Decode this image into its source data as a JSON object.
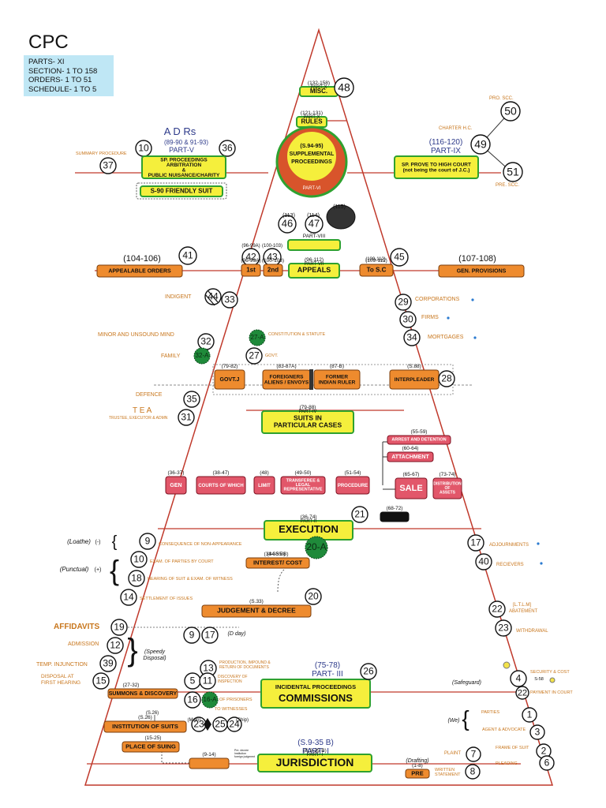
{
  "title": "CPC",
  "info": [
    "PARTS- XI",
    "SECTION- 1 TO 158",
    "ORDERS- 1 TO 51",
    "SCHEDULE- 1 TO 5"
  ],
  "colors": {
    "orange": "#ee8b2e",
    "yellow": "#f5ef3c",
    "green_border": "#2fa12f",
    "pink": "#e2576a",
    "dark_green": "#1f8a3a",
    "line_red": "#c0392b",
    "info_bg": "#bfe7f5"
  },
  "boxes": [
    {
      "id": "misc",
      "label": "MISC.",
      "top": "(132-158)",
      "sub": "PART-X",
      "style": "yellow"
    },
    {
      "id": "rules",
      "label": "RULES",
      "top": "(121-131)",
      "sub": "PART-X",
      "style": "yellow"
    },
    {
      "id": "sp-proc",
      "label": "SP. PROCEEDINGS\nARBITRATION\n&\nPUBLIC NUISANCE/CHARITY",
      "style": "yellow"
    },
    {
      "id": "friendly",
      "label": "S-90 FRIENDLY SUIT",
      "style": "yellow"
    },
    {
      "id": "sp-prove",
      "label": "SP. PROVE TO HIGH COURT\n(not being the court of J.C.)",
      "style": "yellow"
    },
    {
      "id": "part8",
      "label": "",
      "top": "PART-VIII",
      "style": "yellow"
    },
    {
      "id": "appeals",
      "label": "APPEALS",
      "top": "(96-112)",
      "sub": "PART-VII",
      "style": "yellow"
    },
    {
      "id": "appealable",
      "label": "APPEALABLE ORDERS",
      "style": "orange"
    },
    {
      "id": "first",
      "label": "1st",
      "top": "(96-99A)",
      "style": "orange"
    },
    {
      "id": "second",
      "label": "2nd",
      "top": "(100-103)",
      "style": "orange"
    },
    {
      "id": "sc",
      "label": "To S.C",
      "top": "(109-112)",
      "style": "orange"
    },
    {
      "id": "gen-prov",
      "label": "GEN. PROVISIONS",
      "style": "orange"
    },
    {
      "id": "govt",
      "label": "GOVT.J",
      "top": "(79-82)",
      "style": "orange"
    },
    {
      "id": "foreigners",
      "label": "FOREIGNERS\nALIENS / ENVOYS",
      "top": "(83-87A)",
      "style": "orange"
    },
    {
      "id": "former",
      "label": "FORMER\nINDIAN RULER",
      "top": "(87-B)",
      "style": "orange"
    },
    {
      "id": "interpleader",
      "label": "INTERPLEADER",
      "top": "(S.88)",
      "style": "orange"
    },
    {
      "id": "suits-part",
      "label": "SUITS IN\nPARTICULAR CASES",
      "top": "(79-88)",
      "sub": "PART-IV",
      "style": "yellow"
    },
    {
      "id": "arrest",
      "label": "ARREST AND DETENTION",
      "top": "(55-59)",
      "style": "pink"
    },
    {
      "id": "attachment",
      "label": "ATTACHMENT",
      "top": "(60-64)",
      "style": "pink"
    },
    {
      "id": "gen",
      "label": "GEN",
      "top": "(36-37)",
      "style": "pink"
    },
    {
      "id": "courts",
      "label": "COURTS OF WHICH",
      "top": "(38-47)",
      "style": "pink"
    },
    {
      "id": "limit",
      "label": "LIMIT",
      "top": "(48)",
      "style": "pink"
    },
    {
      "id": "transferee",
      "label": "TRANSFEREE &\nLEGAL\nREPRESENTATIVE",
      "top": "(49-50)",
      "style": "pink"
    },
    {
      "id": "procedure",
      "label": "PROCEDURE",
      "top": "(51-54)",
      "style": "pink"
    },
    {
      "id": "sale",
      "label": "SALE",
      "top": "(65-67)",
      "style": "pink"
    },
    {
      "id": "distribution",
      "label": "DISTRIBUTION\nOF\nASSETS",
      "top": "(73-74)",
      "style": "pink"
    },
    {
      "id": "black68",
      "label": "",
      "top": "(68-72)",
      "style": "black"
    },
    {
      "id": "execution",
      "label": "EXECUTION",
      "top": "(36-74)",
      "sub": "PART-II",
      "style": "yellow"
    },
    {
      "id": "interest",
      "label": "INTEREST/ COST",
      "top": "(34-35 B)",
      "style": "orange"
    },
    {
      "id": "judgement",
      "label": "JUDGEMENT & DECREE",
      "top": "(S.33)",
      "style": "orange"
    },
    {
      "id": "summons",
      "label": "SUMMONS & DISCOVERY",
      "top": "(27-32)",
      "style": "orange"
    },
    {
      "id": "incidental",
      "label": "INCIDENTAL PROCEEDINGS\nCOMMISSIONS",
      "top": "(75-78)",
      "sub": "PART- III",
      "style": "yellow"
    },
    {
      "id": "institution",
      "label": "INSTITUTION OF SUITS",
      "top": "(S.26)",
      "style": "orange"
    },
    {
      "id": "place",
      "label": "PLACE OF SUING",
      "top": "(15-25)",
      "style": "orange"
    },
    {
      "id": "box914",
      "label": "",
      "top": "(9-14)",
      "style": "orange"
    },
    {
      "id": "jurisdiction",
      "label": "JURISDICTION",
      "top": "(S.9-35 B)",
      "sub": "PART- I",
      "style": "yellow"
    },
    {
      "id": "pre",
      "label": "PRE",
      "top": "(1-8)",
      "style": "orange"
    },
    {
      "id": "supplemental",
      "label": "(S.94-95)\nSUPPLEMENTAL\nPROCEEDINGS",
      "sub": "PART-VI",
      "style": "circle"
    }
  ],
  "circles": [
    "48",
    "10",
    "36",
    "37",
    "50",
    "49",
    "51",
    "46",
    "47",
    "41",
    "42",
    "43",
    "45",
    "44",
    "33",
    "29",
    "30",
    "34",
    "32",
    "27",
    "28",
    "35",
    "31",
    "21",
    "9",
    "10",
    "18",
    "14",
    "20",
    "17",
    "40",
    "22",
    "23",
    "19",
    "9",
    "17",
    "12",
    "39",
    "15",
    "13",
    "5",
    "11",
    "26",
    "16",
    "4",
    "22",
    "23",
    "25",
    "24",
    "1",
    "3",
    "7",
    "2",
    "6",
    "8"
  ],
  "green_circles": [
    "27-A",
    "32-A",
    "20-A",
    "16-A"
  ],
  "dark_circle_label": "(115)",
  "labels": {
    "adrs": "A D Rs",
    "adrs_sec": "(89-90 & 91-93)",
    "part5": "PART-V",
    "part9_sec": "(116-120)",
    "part9": "PART-IX",
    "summary": "SUMMARY PROCEDURE",
    "pro_scc": "PRO. SCC.",
    "charter": "CHARTER H.C.",
    "pre_scc": "PRE. SCC.",
    "s113": "(113)",
    "s114": "(114)",
    "r104": "(104-106)",
    "r107": "(107-108)",
    "indigent": "INDIGENT",
    "corporations": "CORPORATIONS",
    "firms": "FIRMS",
    "mortgages": "MORTGAGES",
    "minor": "MINOR AND UNSOUND MIND",
    "family": "FAMILY",
    "constitution": "CONSTITUTION & STATUTE",
    "govt_side": "GOVT.",
    "defence": "DEFENCE",
    "tea": "T E A",
    "trustee": "TRUSTEE, EXECUTOR & ADMN",
    "loathe": "(Loathe)",
    "minus": "(-)",
    "punctual": "(Punctual)",
    "plus": "(+)",
    "consequence": "CONSEQUENCE OF NON-APPEARANCE",
    "exam": "EXAM. OF PARTIES BY COURT",
    "hearing": "HEARING OF SUIT & EXAM. OF WITNESS",
    "settlement": "SETTLEMENT OF ISSUES",
    "adjournments": "ADJOURNMENTS",
    "receivers": "RECIEVERS",
    "abatement_top": "[L.T.L.M]",
    "abatement": "ABATEMENT",
    "withdrawal": "WITHDRAWAL",
    "affidavits": "AFFIDAVITS",
    "d_day": "(D day)",
    "admission": "ADMISSION",
    "speedy": "(Speedy\nDisposal)",
    "temp_injunction": "TEMP. INJUNCTION",
    "disposal": "DISPOSAL AT\nFIRST HEARING",
    "production": "PRODUCTION, IMPOUND &\nRETURN OF DOCUMENTS",
    "discovery": "DISCOVERY OF\nINSPECTION",
    "prisoners": "OF PRISONERS",
    "witnesses": "TO WITNESSES",
    "safeguard": "(Safeguard)",
    "security": "SECURITY & COST",
    "s58": "S-58",
    "payment": "PAYMENT IN COURT",
    "we": "(We)",
    "parties": "PARTIES",
    "agent": "AGENT & ADVOCATE",
    "plaint": "PLAINT",
    "frame": "FRAME OF SUIT",
    "pleading": "PLEADING",
    "drafting": "(Drafting)",
    "written": "WRITTEN\nSTATEMENT",
    "fine_print": "Pre. decree\nInstitution\nforeign judgment",
    "main_s26": "(S.26)",
    "ship": "(Ship)",
    "main": "(Main)"
  }
}
